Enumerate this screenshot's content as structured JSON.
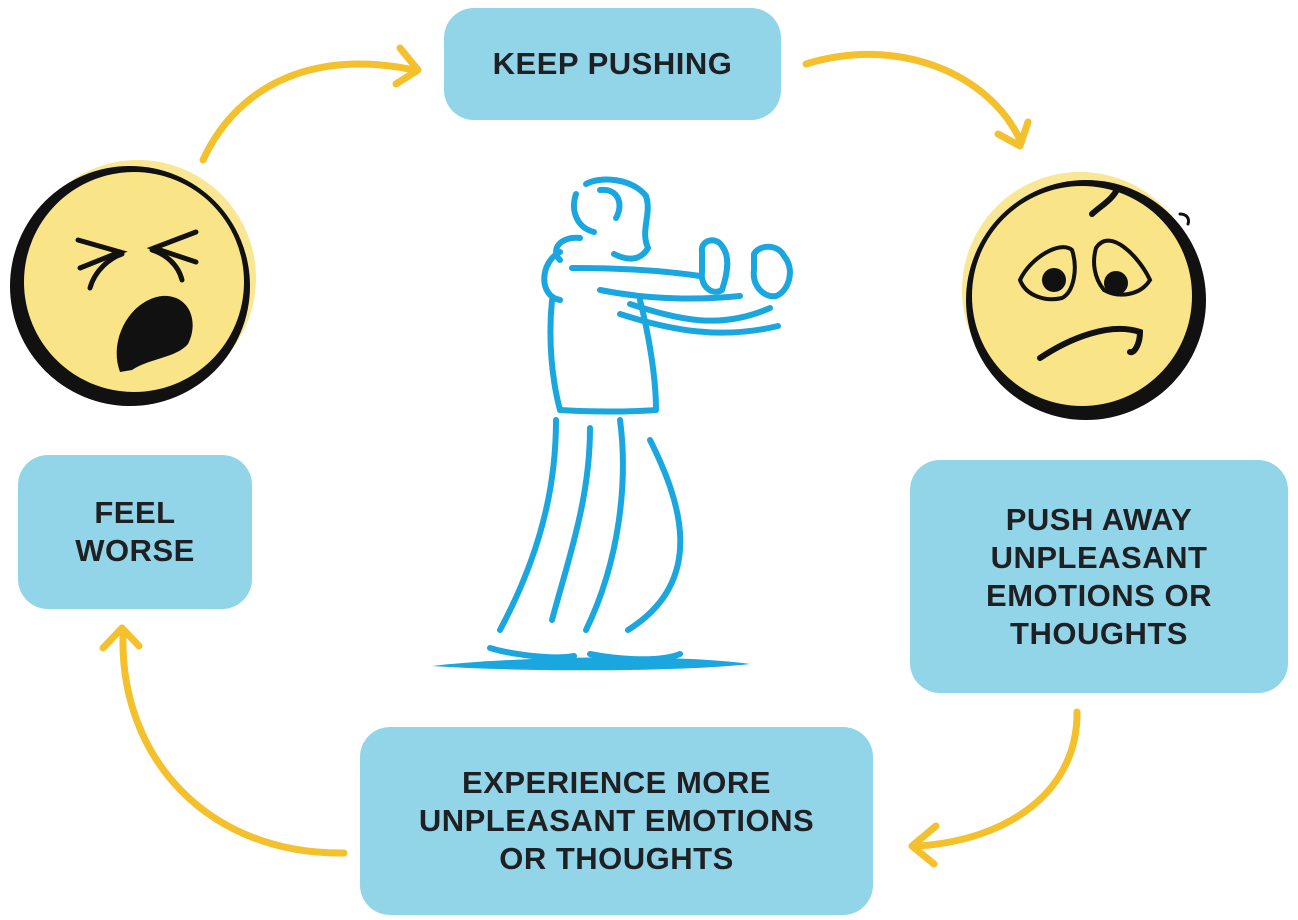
{
  "diagram": {
    "colors": {
      "box_fill": "#92d5e8",
      "box_text": "#1f2023",
      "arrow": "#f4c02c",
      "face_fill": "#f9e487",
      "figure_stroke": "#1aa7e0",
      "outline": "#111111"
    },
    "steps": [
      {
        "id": "keep",
        "label": "KEEP PUSHING"
      },
      {
        "id": "push",
        "label": "PUSH AWAY\nUNPLEASANT\nEMOTIONS OR\nTHOUGHTS"
      },
      {
        "id": "experience",
        "label": "EXPERIENCE MORE\nUNPLEASANT EMOTIONS\nOR THOUGHTS"
      },
      {
        "id": "feel",
        "label": "FEEL\nWORSE"
      }
    ],
    "icons": {
      "left_face": "crying-face-icon",
      "right_face": "worried-face-icon",
      "center": "pushing-person-figure"
    }
  }
}
